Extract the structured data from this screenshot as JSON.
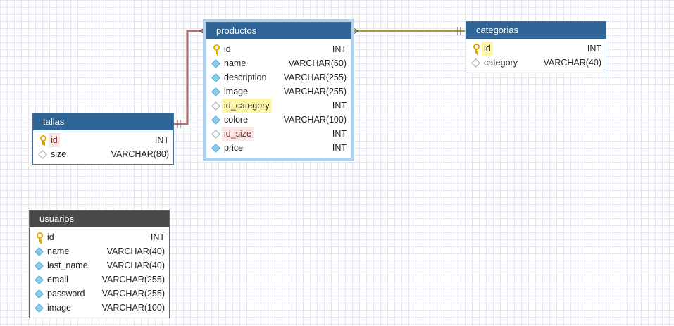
{
  "entities": {
    "productos": {
      "title": "productos",
      "columns": [
        {
          "name": "id",
          "type": "INT"
        },
        {
          "name": "name",
          "type": "VARCHAR(60)"
        },
        {
          "name": "description",
          "type": "VARCHAR(255)"
        },
        {
          "name": "image",
          "type": "VARCHAR(255)"
        },
        {
          "name": "id_category",
          "type": "INT"
        },
        {
          "name": "colore",
          "type": "VARCHAR(100)"
        },
        {
          "name": "id_size",
          "type": "INT"
        },
        {
          "name": "price",
          "type": "INT"
        }
      ]
    },
    "categorias": {
      "title": "categorias",
      "columns": [
        {
          "name": "id",
          "type": "INT"
        },
        {
          "name": "category",
          "type": "VARCHAR(40)"
        }
      ]
    },
    "tallas": {
      "title": "tallas",
      "columns": [
        {
          "name": "id",
          "type": "INT"
        },
        {
          "name": "size",
          "type": "VARCHAR(80)"
        }
      ]
    },
    "usuarios": {
      "title": "usuarios",
      "columns": [
        {
          "name": "id",
          "type": "INT"
        },
        {
          "name": "name",
          "type": "VARCHAR(40)"
        },
        {
          "name": "last_name",
          "type": "VARCHAR(40)"
        },
        {
          "name": "email",
          "type": "VARCHAR(255)"
        },
        {
          "name": "password",
          "type": "VARCHAR(255)"
        },
        {
          "name": "image",
          "type": "VARCHAR(100)"
        }
      ]
    }
  },
  "colors": {
    "header": "#2f6596",
    "header_gray": "#4a4a4a",
    "relation_category": "#e8d77a",
    "relation_size": "#e3a0a0",
    "key": "#e0a800",
    "column_marker": "#8ecbe6"
  }
}
